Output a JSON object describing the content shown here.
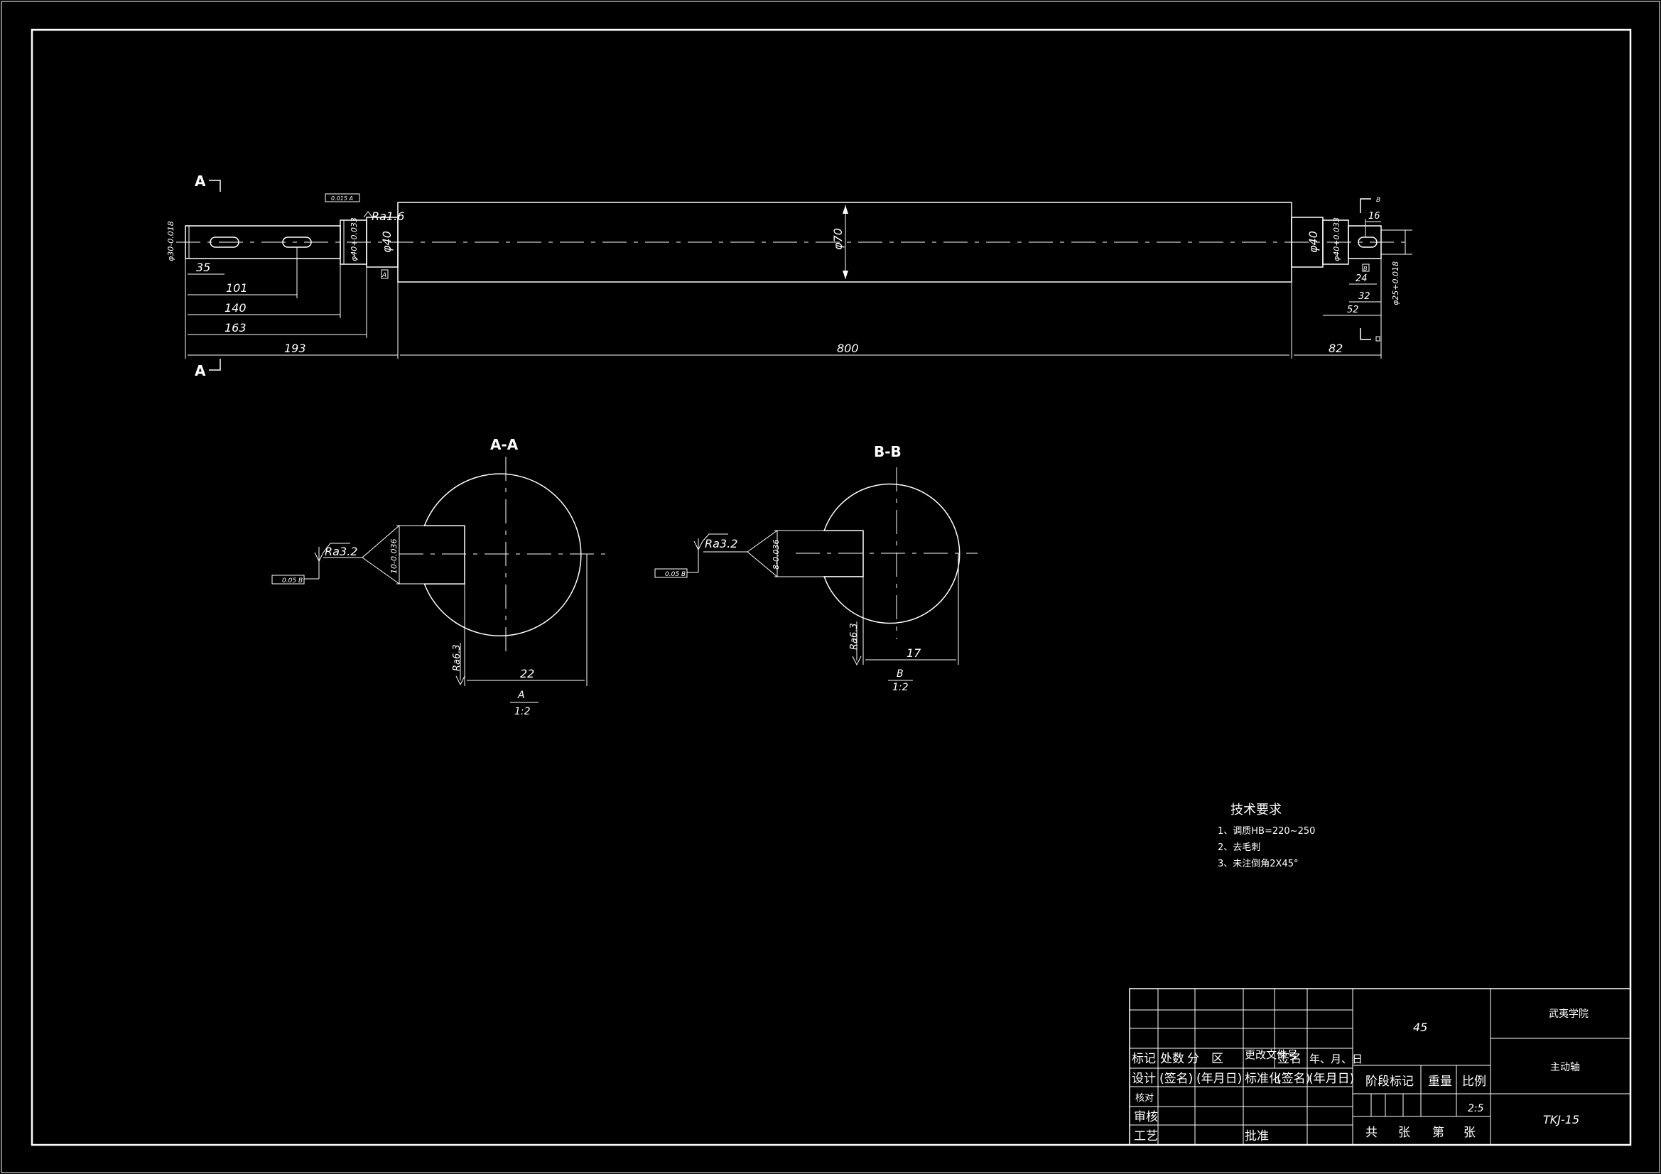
{
  "drawing": {
    "section_marks": {
      "top": "A",
      "bottom": "A",
      "right": "B"
    },
    "main_view": {
      "dimensions": {
        "d_left_shaft": "φ30-0.018",
        "key_1": "35",
        "key_2": "101",
        "step_1": "140",
        "step_2": "163",
        "left_length": "193",
        "body_length": "800",
        "right_length": "82",
        "body_diameter": "φ70",
        "bearing_left": "φ40",
        "bearing_right": "φ40",
        "bearing_tol_left": "φ40+0.033",
        "bearing_tol_right": "φ40+0.033",
        "right_16": "16",
        "right_24": "24",
        "right_32": "32",
        "right_52": "52",
        "right_shaft": "φ25+0.018",
        "roughness_top": "Ra1.6",
        "tolerance_frame": "0.015 A",
        "datum_left": "A",
        "datum_right": "B"
      }
    },
    "section_aa": {
      "title": "A-A",
      "roughness_key": "Ra3.2",
      "roughness_edge": "Ra6.3",
      "key_width": "10-0.036",
      "depth": "22",
      "tolerance": "0.05",
      "tolerance_datum": "B",
      "scale_label": "A",
      "scale_value": "1:2"
    },
    "section_bb": {
      "title": "B-B",
      "roughness_key": "Ra3.2",
      "roughness_edge": "Ra6.3",
      "key_width": "8-0.036",
      "depth": "17",
      "tolerance": "0.05",
      "tolerance_datum": "B",
      "scale_label": "B",
      "scale_value": "1:2"
    },
    "tech_requirements": {
      "title": "技术要求",
      "items": [
        "1、调质HB=220~250",
        "2、去毛刺",
        "3、未注倒角2X45°"
      ]
    },
    "title_block": {
      "material": "45",
      "school": "武夷学院",
      "part_name": "主动轴",
      "drawing_no": "TKJ-15",
      "scale": "2:5",
      "header_row": [
        "标记",
        "处数",
        "分　区",
        "更改文件号",
        "签名",
        "年、月、日"
      ],
      "sign_row": [
        "设计",
        "(签名)",
        "(年月日)",
        "标准化",
        "(签名)",
        "(年月日)"
      ],
      "stage_label": "阶段标记",
      "weight_label": "重量",
      "scale_label": "比例",
      "row_check": "核对",
      "row_review": "审核",
      "row_process": "工艺",
      "approve": "批准",
      "sheet_total": "共",
      "sheet_unit1": "张",
      "sheet_no": "第",
      "sheet_unit2": "张"
    }
  }
}
